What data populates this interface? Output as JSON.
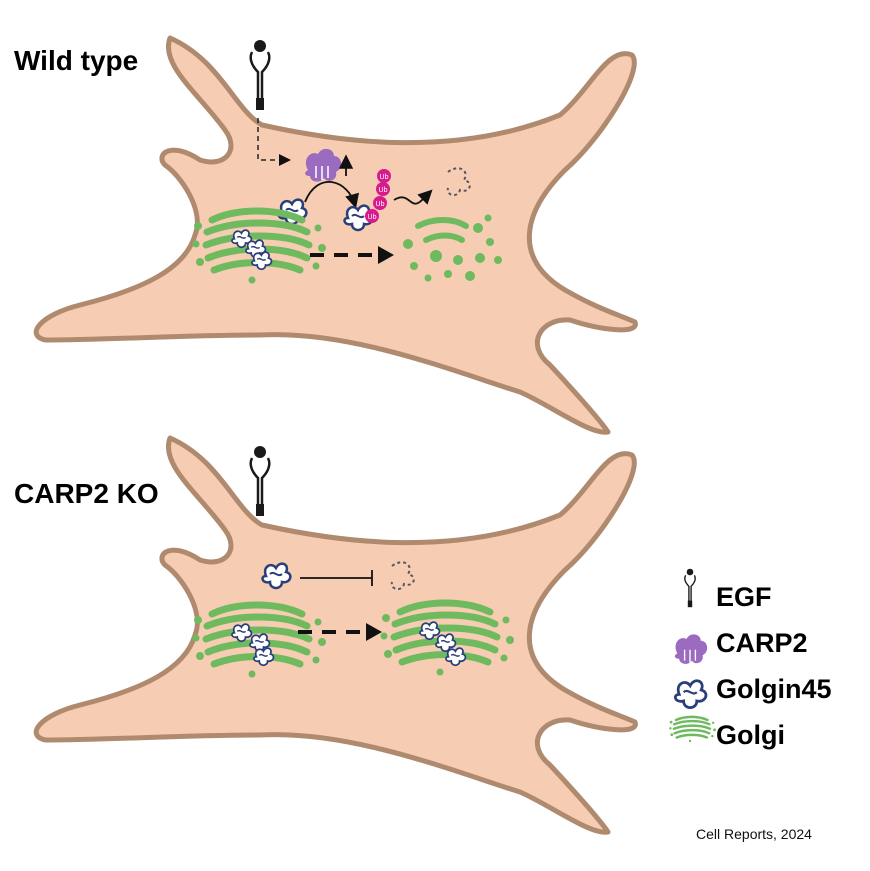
{
  "panels": [
    {
      "title": "Wild type"
    },
    {
      "title": "CARP2 KO"
    }
  ],
  "legend": [
    {
      "icon": "egf-receptor-icon",
      "label": "EGF"
    },
    {
      "icon": "carp2-protein-icon",
      "label": "CARP2"
    },
    {
      "icon": "golgin45-protein-icon",
      "label": "Golgin45"
    },
    {
      "icon": "golgi-icon",
      "label": "Golgi"
    }
  ],
  "ubiquitin_label": "Ub",
  "credit": "Cell Reports, 2024",
  "colors": {
    "cell_fill": "#f6cdb3",
    "cell_outline": "#b08a6e",
    "golgi": "#6fba5f",
    "golgin45": "#2a3f7a",
    "carp2": "#9b6bbf",
    "ubiquitin": "#d81b8c"
  }
}
